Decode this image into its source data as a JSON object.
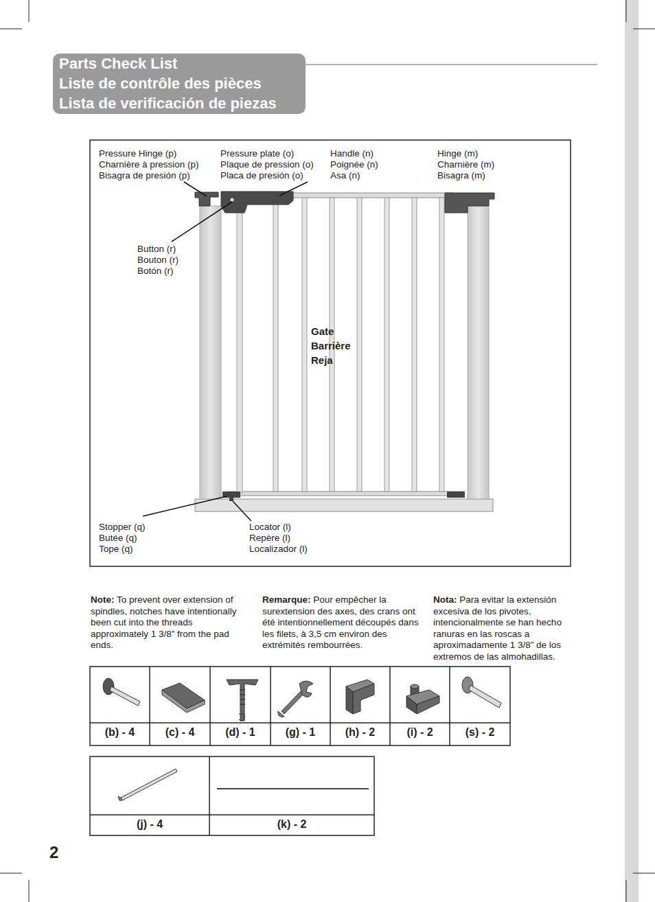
{
  "diagram": {
    "nodes": [
      {
        "text": [
          "Parts Check List",
          "Liste de contrôle des pièces",
          "Lista de verificación de piezas"
        ]
      }
    ],
    "labels": [
      "Pressure Hinge (p)",
      "Charnière à pression (p)",
      "Bisagra de presión (p)",
      "Pressure plate (o)",
      "Plaque de pression (o)",
      "Placa de presión (o)",
      "Handle (n)",
      "Poignée (n)",
      "Asa (n)",
      "Hinge (m)",
      "Charnière (m)",
      "Bisagra (m)",
      "Button (r)",
      "Bouton (r)",
      "Botón (r)",
      "Gate",
      "Barrière",
      "Reja",
      "Stopper (q)",
      "Butée (q)",
      "Tope (q)",
      "Locator (l)",
      "Repère (l)",
      "Localizador (l)",
      "Note:",
      "To prevent over extension of spindles, notches have intentionally been cut into the threads approximately 1 3/8” from the pad ends.",
      "Remarque:",
      "Pour empêcher la surextension des axes, des crans ont été intentionnellement découpés dans les filets, à 3,5 cm environ des extrémités rembourrées.",
      "Nota:",
      "Para evitar la extensión excesiva de los pivotes, intencionalmente se han hecho ranuras en las roscas a aproximadamente 1 3/8” de los extremos de las almohadillas.",
      "(b) - 4",
      "(c) - 4",
      "(d) - 1",
      "(g) - 1",
      "(h) - 2",
      "(i) - 2",
      "(s) - 2",
      "(j) - 4",
      "(k) - 2",
      "2"
    ]
  }
}
